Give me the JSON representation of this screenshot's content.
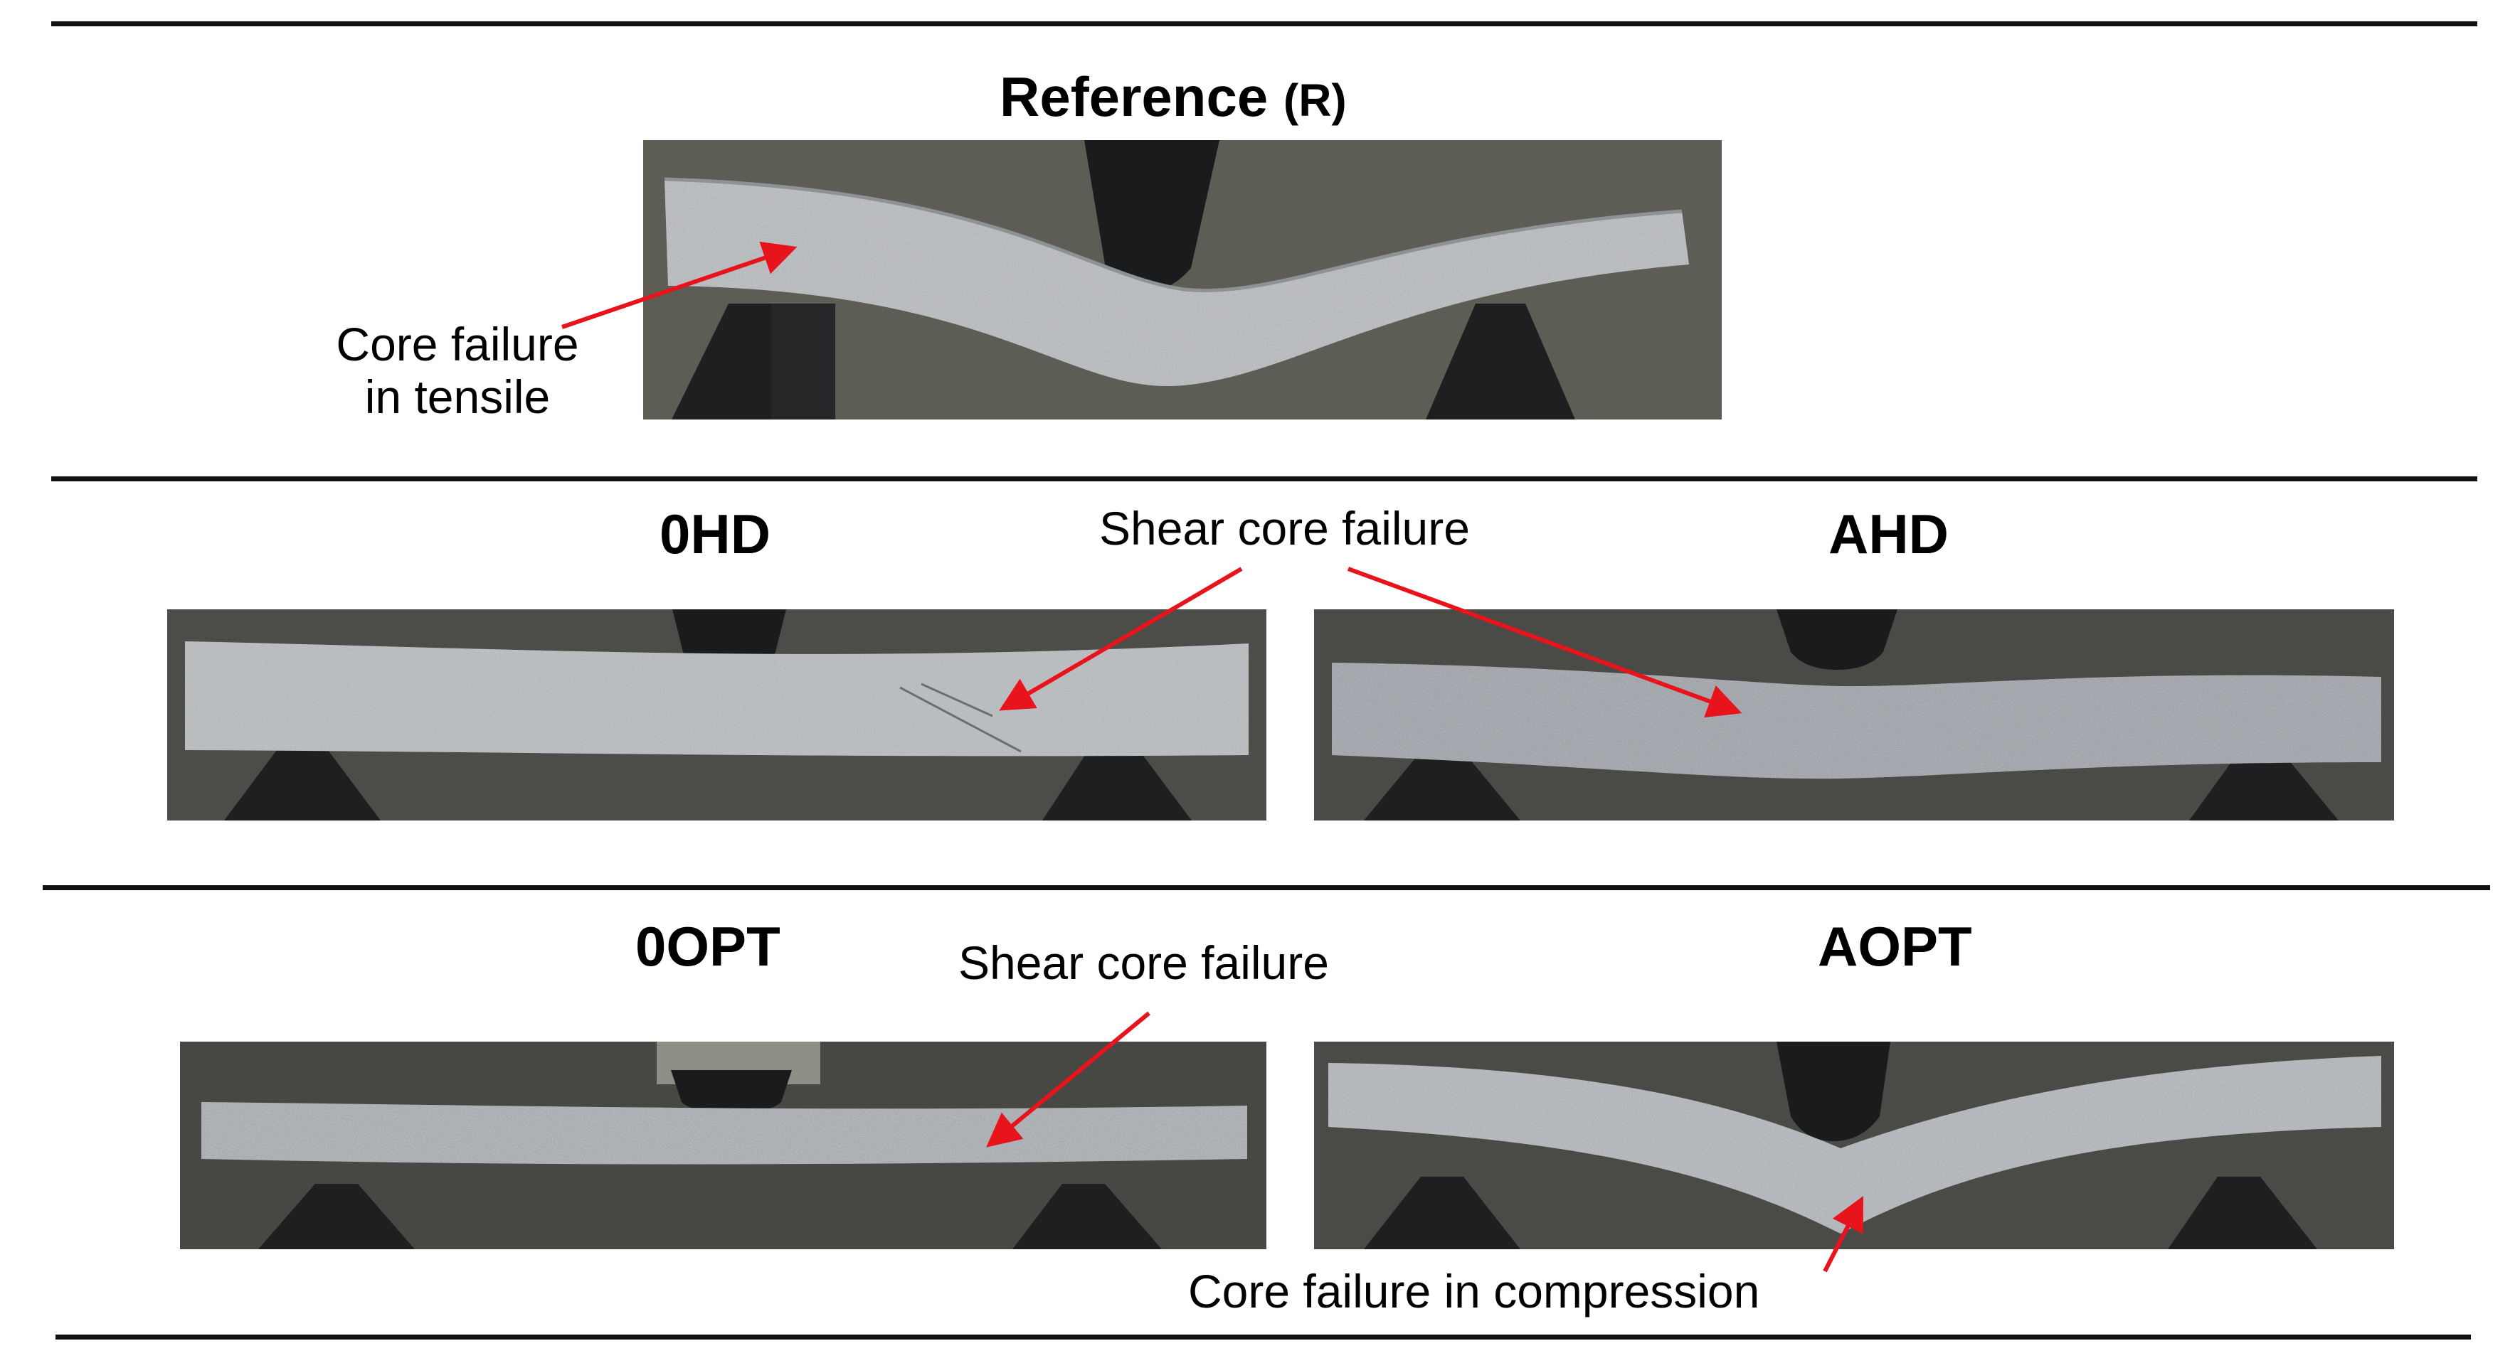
{
  "figure": {
    "panels": [
      {
        "id": "reference",
        "title": "Reference",
        "title_suffix": "(R)"
      },
      {
        "id": "ohd",
        "title": "0HD"
      },
      {
        "id": "ahd",
        "title": "AHD"
      },
      {
        "id": "oopt",
        "title": "0OPT"
      },
      {
        "id": "aopt",
        "title": "AOPT"
      }
    ],
    "annotations": {
      "reference_line1": "Core failure",
      "reference_line2": "in tensile",
      "shear_top": "Shear core failure",
      "shear_bottom": "Shear core failure",
      "compression": "Core failure in compression"
    },
    "colors": {
      "arrow": "#e8141c",
      "photo_background": "#4a4a46",
      "specimen": "#b9bcc0",
      "fixture": "#1e1f21",
      "rule": "#111111"
    }
  }
}
